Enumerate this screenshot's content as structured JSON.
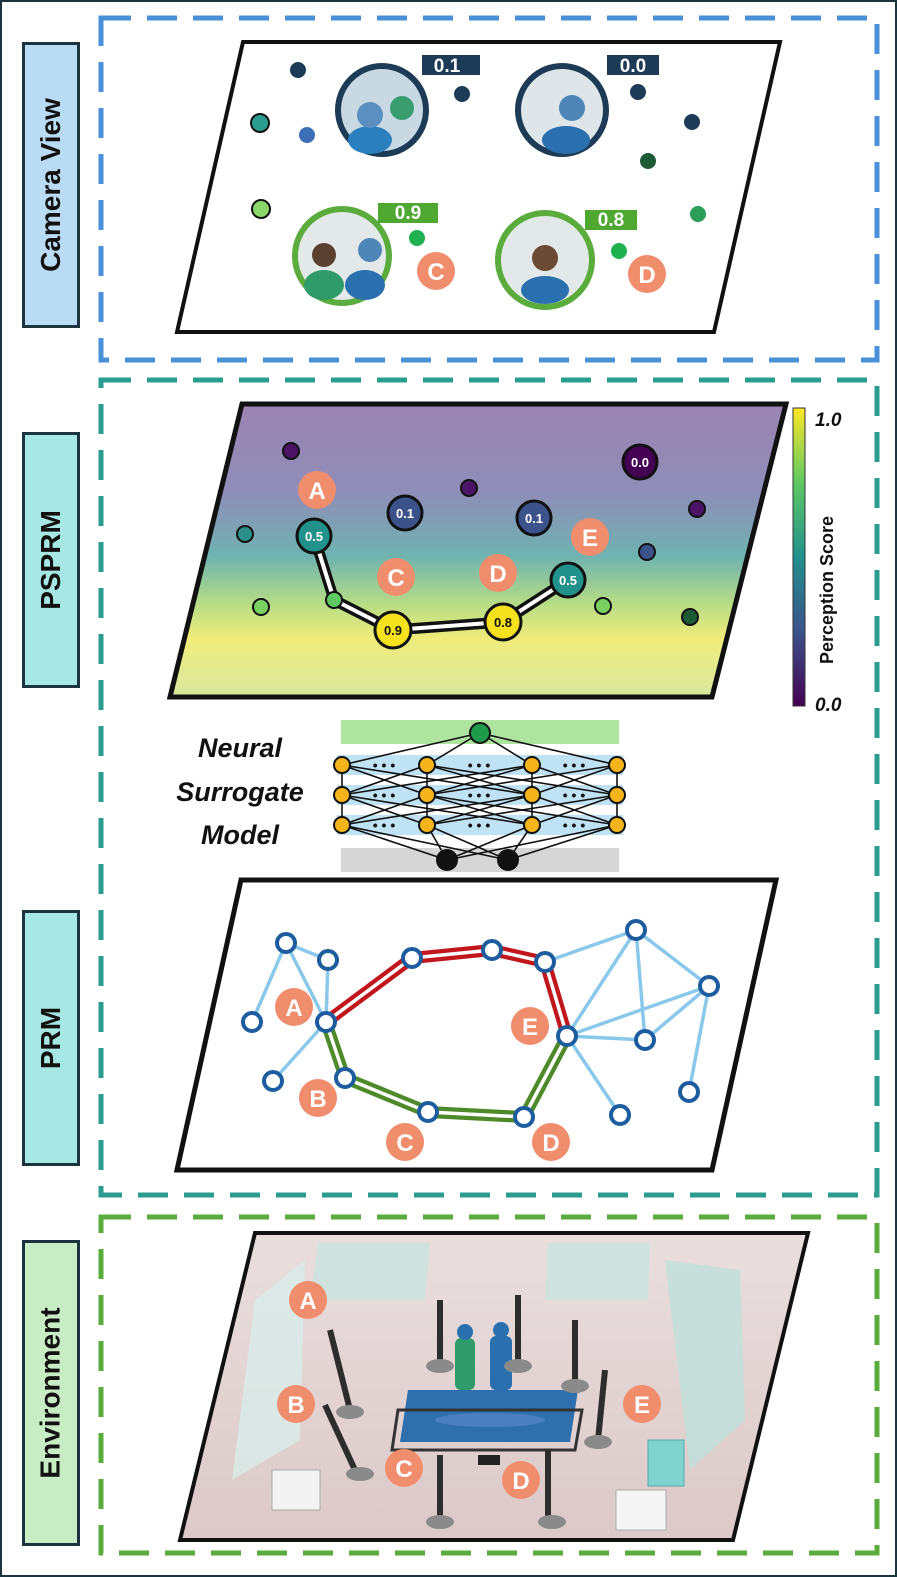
{
  "sections": {
    "camera_view": {
      "label": "Camera View"
    },
    "psprm": {
      "label": "PSPRM"
    },
    "prm": {
      "label": "PRM"
    },
    "environment": {
      "label": "Environment"
    }
  },
  "camera": {
    "scores": [
      "0.1",
      "0.0",
      "0.9",
      "0.8"
    ],
    "markers": [
      "C",
      "D"
    ]
  },
  "psprm_map": {
    "node_scores": [
      "0.0",
      "0.1",
      "0.1",
      "0.5",
      "0.5",
      "0.9",
      "0.8"
    ],
    "markers": [
      "A",
      "C",
      "D",
      "E"
    ],
    "colorbar": {
      "title": "Perception Score",
      "max": "1.0",
      "min": "0.0"
    }
  },
  "surrogate": {
    "line1": "Neural",
    "line2": "Surrogate",
    "line3": "Model",
    "dots": "• • •"
  },
  "prm_graph": {
    "markers": [
      "A",
      "B",
      "C",
      "D",
      "E"
    ]
  },
  "environment_scene": {
    "markers": [
      "A",
      "B",
      "C",
      "D",
      "E"
    ]
  },
  "colors": {
    "camera_border": "#4a90d9",
    "psprm_border": "#2a9d8f",
    "environment_border": "#5aac3c",
    "marker": "#f08d6c",
    "red_path": "#c0161c",
    "green_path": "#4e8a2a",
    "graph_edge": "#89c8ea",
    "graph_node": "#1d5c9e"
  }
}
